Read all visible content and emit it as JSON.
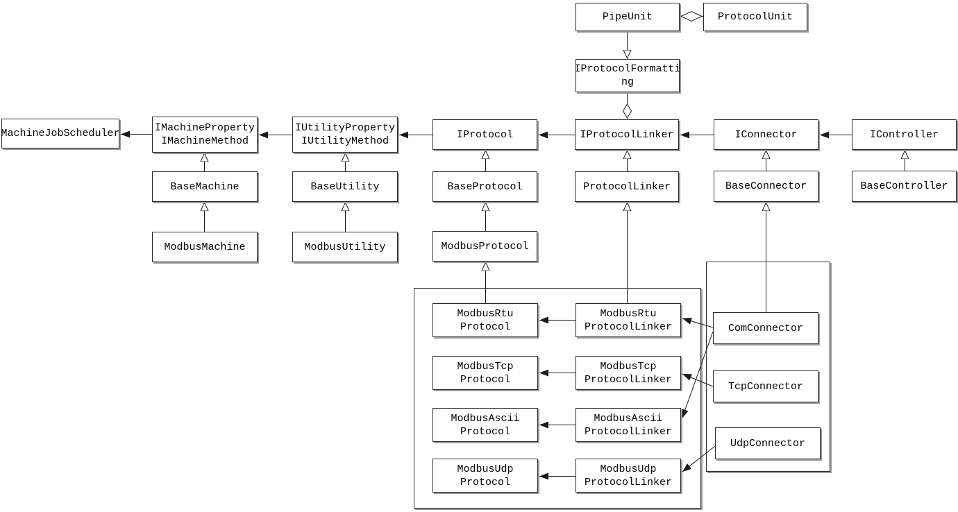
{
  "diagram": {
    "kind": "uml-class-diagram",
    "background_color": "#ffffff",
    "line_color": "#1a1a1a",
    "nodes": {
      "pipeUnit": {
        "label": "PipeUnit"
      },
      "protocolUnit": {
        "label": "ProtocolUnit"
      },
      "iProtocolFormatting": {
        "label": "IProtocolFormatti\nng"
      },
      "machineJobScheduler": {
        "label": "MachineJobScheduler"
      },
      "iMachine": {
        "label": "IMachineProperty\nIMachineMethod"
      },
      "iUtility": {
        "label": "IUtilityProperty\nIUtilityMethod"
      },
      "iProtocol": {
        "label": "IProtocol"
      },
      "iProtocolLinker": {
        "label": "IProtocolLinker"
      },
      "iConnector": {
        "label": "IConnector"
      },
      "iController": {
        "label": "IController"
      },
      "baseMachine": {
        "label": "BaseMachine"
      },
      "baseUtility": {
        "label": "BaseUtility"
      },
      "baseProtocol": {
        "label": "BaseProtocol"
      },
      "protocolLinker": {
        "label": "ProtocolLinker"
      },
      "baseConnector": {
        "label": "BaseConnector"
      },
      "baseController": {
        "label": "BaseController"
      },
      "modbusMachine": {
        "label": "ModbusMachine"
      },
      "modbusUtility": {
        "label": "ModbusUtility"
      },
      "modbusProtocol": {
        "label": "ModbusProtocol"
      },
      "rtuProtocol": {
        "label": "ModbusRtu\nProtocol"
      },
      "rtuLinker": {
        "label": "ModbusRtu\nProtocolLinker"
      },
      "tcpProtocol": {
        "label": "ModbusTcp\nProtocol"
      },
      "tcpLinker": {
        "label": "ModbusTcp\nProtocolLinker"
      },
      "asciiProtocol": {
        "label": "ModbusAscii\nProtocol"
      },
      "asciiLinker": {
        "label": "ModbusAscii\nProtocolLinker"
      },
      "udpProtocol": {
        "label": "ModbusUdp\nProtocol"
      },
      "udpLinker": {
        "label": "ModbusUdp\nProtocolLinker"
      },
      "comConnector": {
        "label": "ComConnector"
      },
      "tcpConnector": {
        "label": "TcpConnector"
      },
      "udpConnector": {
        "label": "UdpConnector"
      }
    },
    "relationships": [
      {
        "from": "PipeUnit",
        "to": "ProtocolUnit",
        "type": "aggregation"
      },
      {
        "from": "PipeUnit",
        "to": "IProtocolFormatting",
        "type": "realization"
      },
      {
        "from": "IProtocolFormatting",
        "to": "IProtocolLinker",
        "type": "aggregation"
      },
      {
        "from": "IMachineProperty",
        "to": "MachineJobScheduler",
        "type": "association"
      },
      {
        "from": "IUtilityProperty",
        "to": "IMachineProperty",
        "type": "association"
      },
      {
        "from": "IProtocol",
        "to": "IUtilityProperty",
        "type": "association"
      },
      {
        "from": "IProtocolLinker",
        "to": "IProtocol",
        "type": "association"
      },
      {
        "from": "IConnector",
        "to": "IProtocolLinker",
        "type": "association"
      },
      {
        "from": "IController",
        "to": "IConnector",
        "type": "association"
      },
      {
        "from": "BaseMachine",
        "to": "IMachineProperty",
        "type": "generalization"
      },
      {
        "from": "ModbusMachine",
        "to": "BaseMachine",
        "type": "generalization"
      },
      {
        "from": "BaseUtility",
        "to": "IUtilityProperty",
        "type": "generalization"
      },
      {
        "from": "ModbusUtility",
        "to": "BaseUtility",
        "type": "generalization"
      },
      {
        "from": "BaseProtocol",
        "to": "IProtocol",
        "type": "generalization"
      },
      {
        "from": "ModbusProtocol",
        "to": "BaseProtocol",
        "type": "generalization"
      },
      {
        "from": "ProtocolLinker",
        "to": "IProtocolLinker",
        "type": "generalization"
      },
      {
        "from": "BaseConnector",
        "to": "IConnector",
        "type": "generalization"
      },
      {
        "from": "BaseController",
        "to": "IController",
        "type": "generalization"
      },
      {
        "from": "ModbusRtuProtocol",
        "to": "ModbusProtocol",
        "type": "generalization"
      },
      {
        "from": "ModbusRtuProtocolLinker",
        "to": "ProtocolLinker",
        "type": "generalization"
      },
      {
        "from": "ComConnector",
        "to": "BaseConnector",
        "type": "generalization"
      },
      {
        "from": "ModbusRtuProtocolLinker",
        "to": "ModbusRtuProtocol",
        "type": "association"
      },
      {
        "from": "ModbusTcpProtocolLinker",
        "to": "ModbusTcpProtocol",
        "type": "association"
      },
      {
        "from": "ModbusAsciiProtocolLinker",
        "to": "ModbusAsciiProtocol",
        "type": "association"
      },
      {
        "from": "ModbusUdpProtocolLinker",
        "to": "ModbusUdpProtocol",
        "type": "association"
      },
      {
        "from": "ComConnector",
        "to": "ModbusRtuProtocolLinker",
        "type": "association"
      },
      {
        "from": "ComConnector",
        "to": "ModbusAsciiProtocolLinker",
        "type": "association"
      },
      {
        "from": "TcpConnector",
        "to": "ModbusTcpProtocolLinker",
        "type": "association"
      },
      {
        "from": "UdpConnector",
        "to": "ModbusUdpProtocolLinker",
        "type": "association"
      }
    ]
  }
}
